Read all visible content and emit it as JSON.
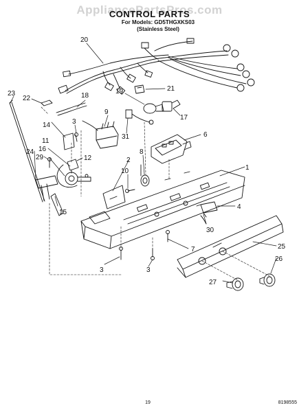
{
  "watermark": "AppliancePartsPros.com",
  "header": {
    "title": "CONTROL PARTS",
    "models_line": "For Models: GD5THGXKS03",
    "finish_line": "(Stainless Steel)"
  },
  "footer": {
    "page_number": "19",
    "document_number": "8198555"
  },
  "callouts": [
    "20",
    "21",
    "22",
    "23",
    "18",
    "19",
    "17",
    "14",
    "3",
    "9",
    "31",
    "6",
    "11",
    "16",
    "12",
    "8",
    "29",
    "24",
    "10",
    "2",
    "1",
    "4",
    "15",
    "30",
    "7",
    "25",
    "3",
    "3",
    "26",
    "27"
  ]
}
